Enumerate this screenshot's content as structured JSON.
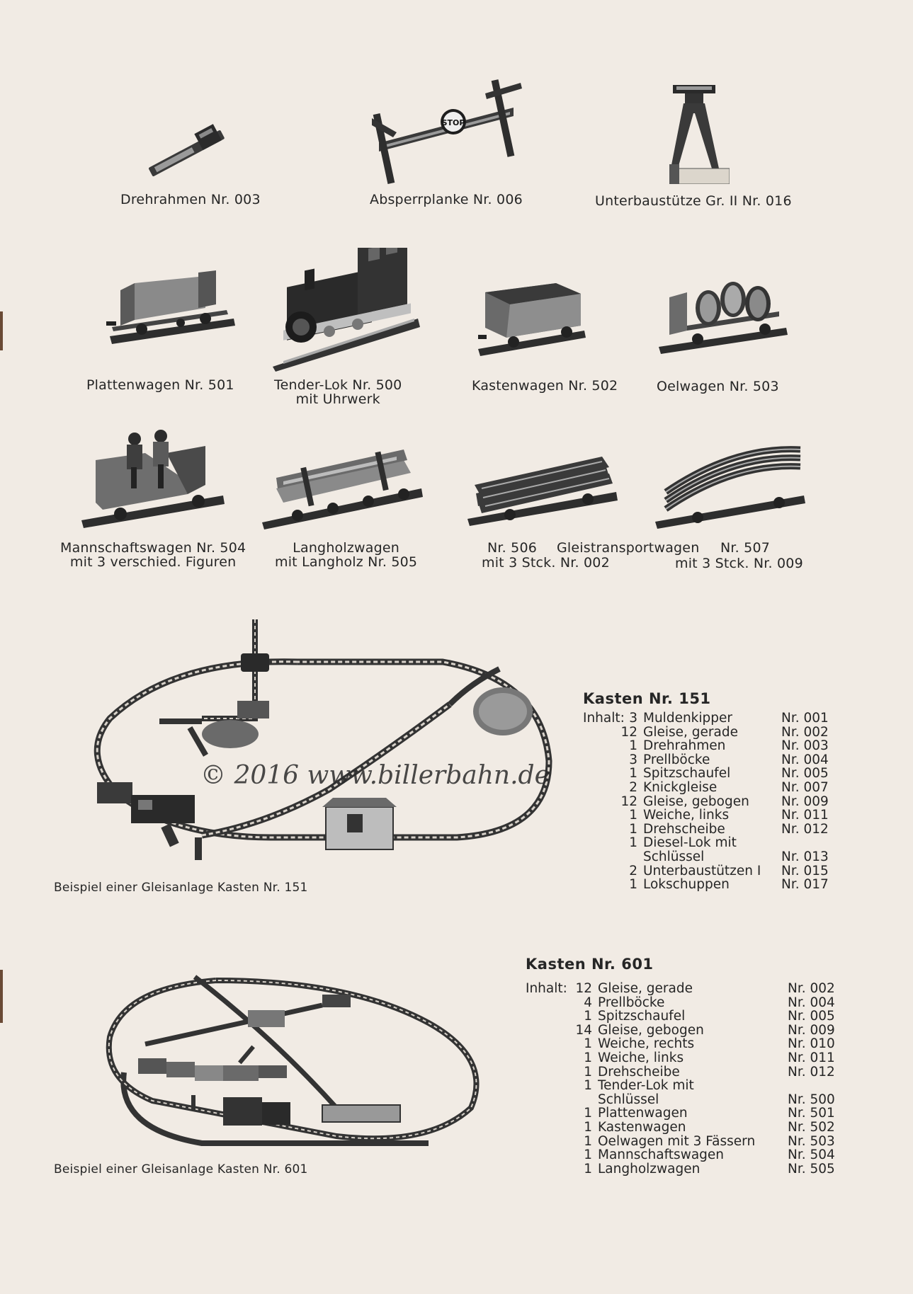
{
  "items_row1": [
    {
      "label": "Drehrahmen Nr. 003"
    },
    {
      "label": "Absperrplanke Nr. 006",
      "sign_text": "STOP"
    },
    {
      "label": "Unterbaustütze Gr. II Nr. 016"
    }
  ],
  "items_row2": [
    {
      "label": "Plattenwagen Nr. 501"
    },
    {
      "line1": "Tender-Lok Nr. 500",
      "line2": "mit Uhrwerk"
    },
    {
      "label": "Kastenwagen Nr. 502"
    },
    {
      "label": "Oelwagen Nr. 503"
    }
  ],
  "items_row3": [
    {
      "line1": "Mannschaftswagen Nr. 504",
      "line2": "mit 3 verschied. Figuren"
    },
    {
      "line1": "Langholzwagen",
      "line2": "mit Langholz Nr. 505"
    },
    {
      "line1a": "Nr. 506",
      "line1b": "Gleistransportwagen",
      "line1c": "Nr. 507",
      "line2a": "mit 3 Stck. Nr. 002",
      "line2b": "mit 3 Stck. Nr. 009"
    }
  ],
  "watermark": "© 2016 www.billerbahn.de",
  "kasten151": {
    "title": "Kasten Nr. 151",
    "inhalt_label": "Inhalt:",
    "caption": "Beispiel einer Gleisanlage Kasten Nr. 151",
    "rows": [
      {
        "qty": "3",
        "item": "Muldenkipper",
        "nr": "Nr. 001"
      },
      {
        "qty": "12",
        "item": "Gleise, gerade",
        "nr": "Nr. 002"
      },
      {
        "qty": "1",
        "item": "Drehrahmen",
        "nr": "Nr. 003"
      },
      {
        "qty": "3",
        "item": "Prellböcke",
        "nr": "Nr. 004"
      },
      {
        "qty": "1",
        "item": "Spitzschaufel",
        "nr": "Nr. 005"
      },
      {
        "qty": "2",
        "item": "Knickgleise",
        "nr": "Nr. 007"
      },
      {
        "qty": "12",
        "item": "Gleise, gebogen",
        "nr": "Nr. 009"
      },
      {
        "qty": "1",
        "item": "Weiche, links",
        "nr": "Nr. 011"
      },
      {
        "qty": "1",
        "item": "Drehscheibe",
        "nr": "Nr. 012"
      },
      {
        "qty": "1",
        "item": "Diesel-Lok mit",
        "nr": ""
      },
      {
        "qty": "",
        "item": "Schlüssel",
        "nr": "Nr. 013"
      },
      {
        "qty": "2",
        "item": "Unterbaustützen I",
        "nr": "Nr. 015"
      },
      {
        "qty": "1",
        "item": "Lokschuppen",
        "nr": "Nr. 017"
      }
    ]
  },
  "kasten601": {
    "title": "Kasten Nr. 601",
    "inhalt_label": "Inhalt:",
    "caption": "Beispiel einer Gleisanlage Kasten Nr. 601",
    "rows": [
      {
        "qty": "12",
        "item": "Gleise, gerade",
        "nr": "Nr. 002"
      },
      {
        "qty": "4",
        "item": "Prellböcke",
        "nr": "Nr. 004"
      },
      {
        "qty": "1",
        "item": "Spitzschaufel",
        "nr": "Nr. 005"
      },
      {
        "qty": "14",
        "item": "Gleise, gebogen",
        "nr": "Nr. 009"
      },
      {
        "qty": "1",
        "item": "Weiche, rechts",
        "nr": "Nr. 010"
      },
      {
        "qty": "1",
        "item": "Weiche, links",
        "nr": "Nr. 011"
      },
      {
        "qty": "1",
        "item": "Drehscheibe",
        "nr": "Nr. 012"
      },
      {
        "qty": "1",
        "item": "Tender-Lok mit",
        "nr": ""
      },
      {
        "qty": "",
        "item": "Schlüssel",
        "nr": "Nr. 500"
      },
      {
        "qty": "1",
        "item": "Plattenwagen",
        "nr": "Nr. 501"
      },
      {
        "qty": "1",
        "item": "Kastenwagen",
        "nr": "Nr. 502"
      },
      {
        "qty": "1",
        "item": "Oelwagen mit 3 Fässern",
        "nr": "Nr. 503"
      },
      {
        "qty": "1",
        "item": "Mannschaftswagen",
        "nr": "Nr. 504"
      },
      {
        "qty": "1",
        "item": "Langholzwagen",
        "nr": "Nr. 505"
      }
    ]
  }
}
